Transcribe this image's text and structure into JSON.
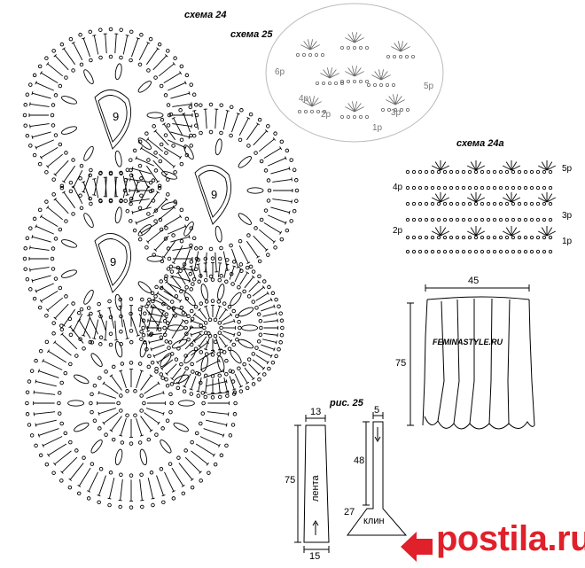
{
  "labels": {
    "scheme24": "схема 24",
    "scheme25": "схема 25",
    "scheme24a": "схема 24a",
    "fig25": "рис. 25",
    "motif_number": "9"
  },
  "scheme25_rows": [
    "6р",
    "5р",
    "4р",
    "3р",
    "2р",
    "1р"
  ],
  "scheme24a_rows": [
    "5р",
    "4р",
    "3р",
    "2р",
    "1р"
  ],
  "skirt": {
    "width": "45",
    "height": "75",
    "watermark": "FEMINASTYLE.RU"
  },
  "ribbon": {
    "top": "13",
    "height": "75",
    "bottom": "15",
    "label": "лента"
  },
  "wedge": {
    "top": "5",
    "height": "48",
    "side": "27",
    "label": "клин"
  },
  "logo": {
    "text": "postila.ru",
    "color": "#e0202a"
  }
}
